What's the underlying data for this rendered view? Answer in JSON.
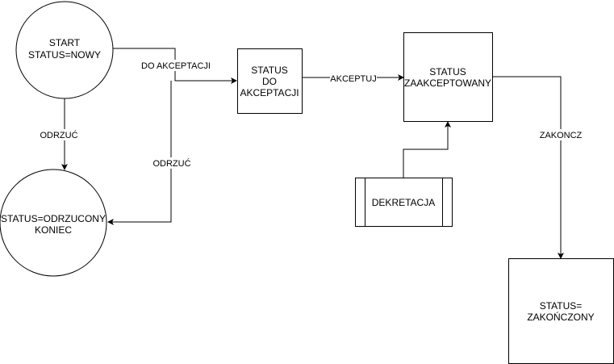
{
  "nodes": {
    "start": {
      "line1": "START",
      "line2": "STATUS=NOWY"
    },
    "rejected": {
      "line1": "STATUS=ODRZUCONY",
      "line2": "KONIEC"
    },
    "to_accept": {
      "line1": "STATUS",
      "line2": "DO",
      "line3": "AKCEPTACJI"
    },
    "accepted": {
      "line1": "STATUS",
      "line2": "ZAAKCEPTOWANY"
    },
    "decree": {
      "label": "DEKRETACJA"
    },
    "finished": {
      "line1": "STATUS=",
      "line2": "ZAKOŃCZONY"
    }
  },
  "edges": {
    "start_to_accept": "DO AKCEPTACJI",
    "start_reject": "ODRZUĆ",
    "accept_reject": "ODRZUĆ",
    "accept": "AKCEPTUJ",
    "finish": "ZAKONCZ"
  }
}
